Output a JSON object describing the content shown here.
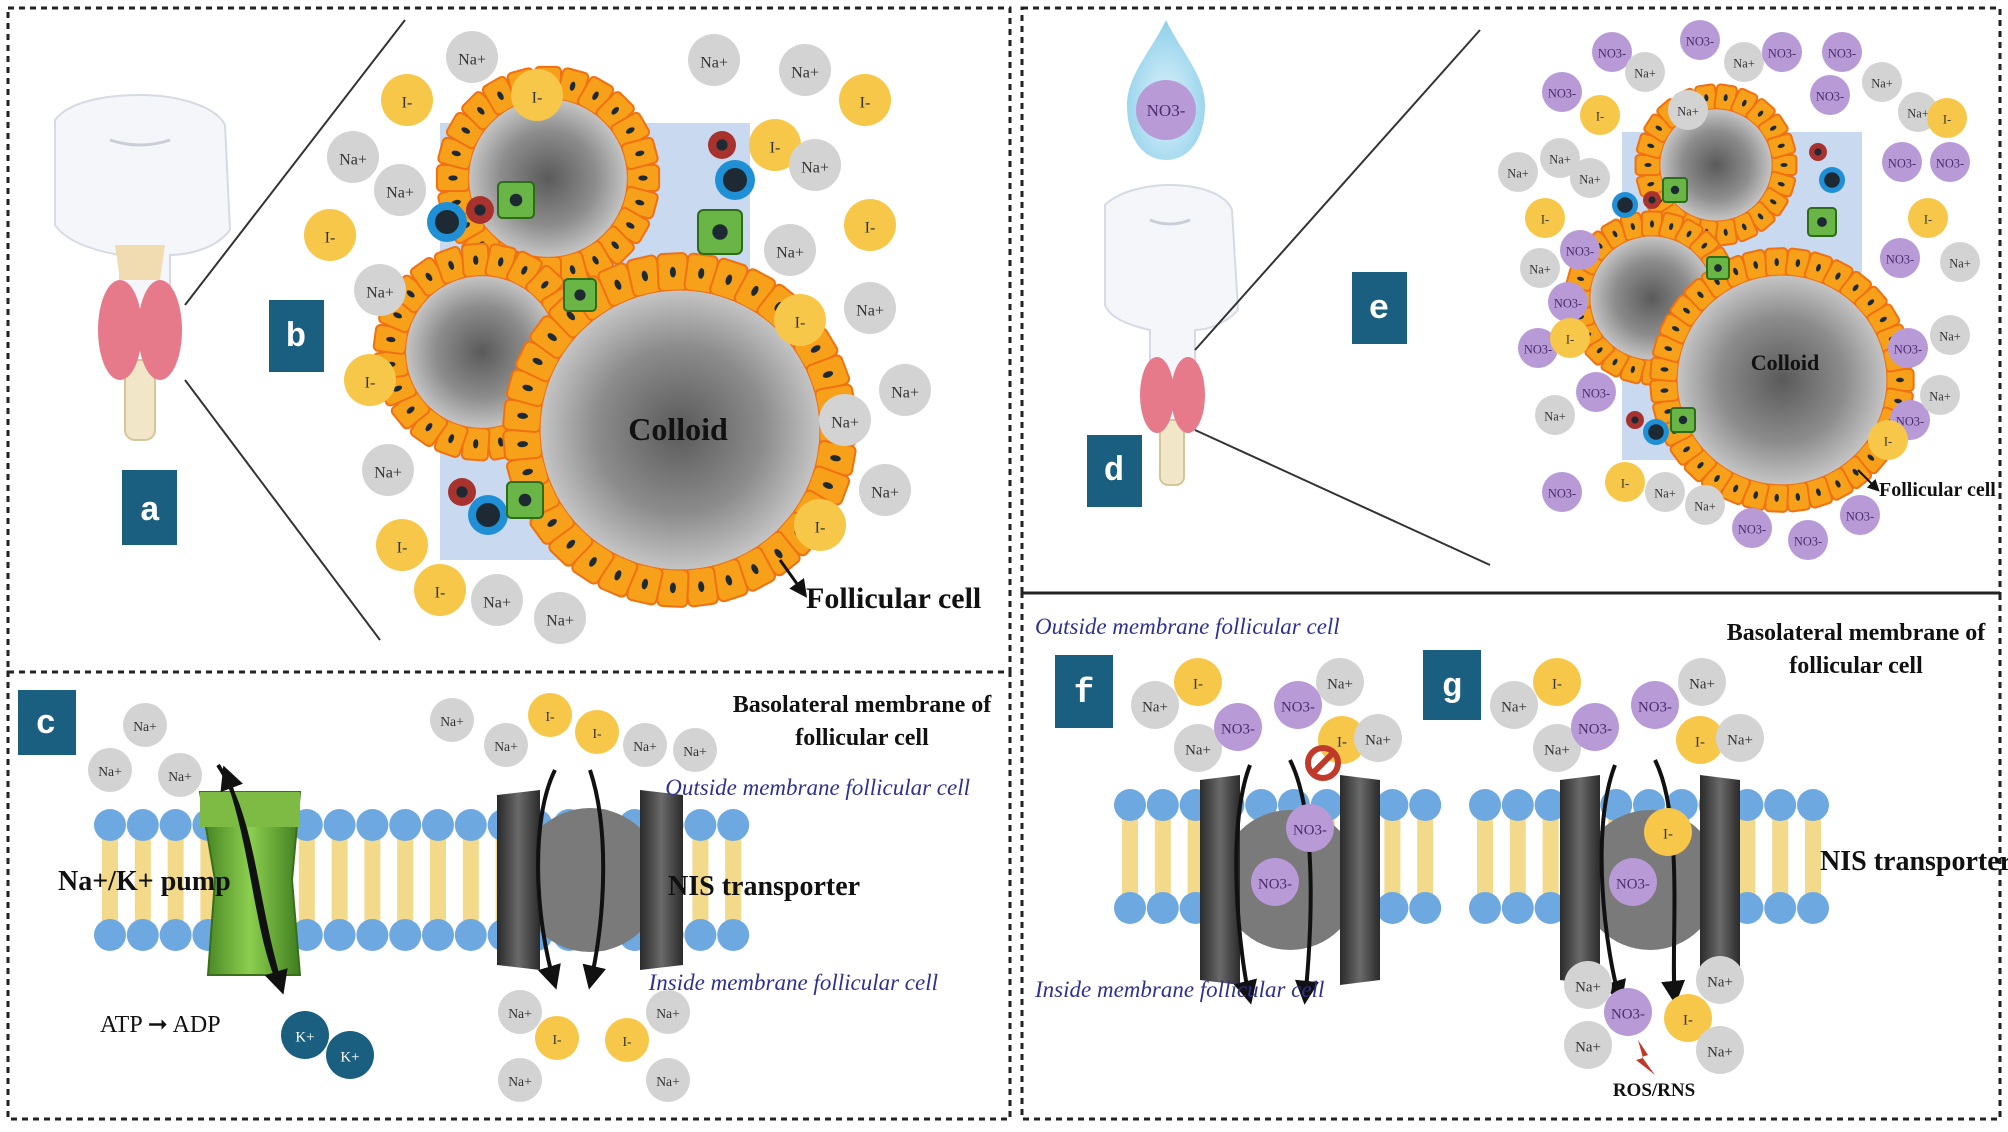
{
  "panels": {
    "a": "a",
    "b": "b",
    "c": "c",
    "d": "d",
    "e": "e",
    "f": "f",
    "g": "g"
  },
  "ions": {
    "na": "Na+",
    "iodide": "I-",
    "k": "K+",
    "nitrate_drop": "NO3-",
    "no3": "NO3-"
  },
  "labels": {
    "colloid": "Colloid",
    "follicular_cell": "Follicular cell",
    "basolateral_line1": "Basolateral membrane of",
    "basolateral_line2": "follicular cell",
    "outside_membrane": "Outside membrane follicular cell",
    "inside_membrane": "Inside membrane follicular cell",
    "na_k_pump": "Na+/K+ pump",
    "atp_adp": "ATP ➞ ADP",
    "nis_transporter": "NIS transporter",
    "ros_rns": "ROS/RNS"
  },
  "colors": {
    "panel_label_bg": "#1b5f80",
    "na_ion": "#d3d3d3",
    "iodide_ion": "#f7c74a",
    "nitrate_ion": "#b79ad6",
    "potassium_ion": "#1b5f80",
    "follicle_cell": "#f7a01a",
    "follicle_outline": "#f07012",
    "membrane_head": "#6ea8e0",
    "membrane_tail": "#f3d98a",
    "pump": "#5f9e34",
    "nis": "#3d3d3d",
    "italic_text": "#2e3192"
  }
}
